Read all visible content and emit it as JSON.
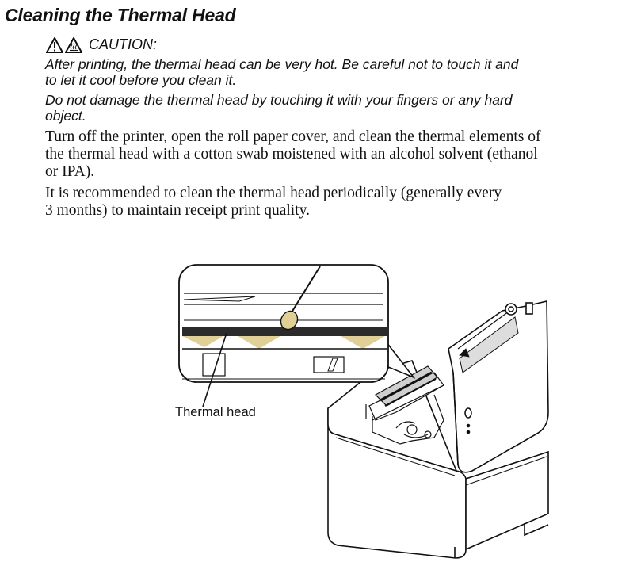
{
  "section": {
    "title": "Cleaning the Thermal Head"
  },
  "caution": {
    "heading": "CAUTION:",
    "icons": [
      "warning-triangle-icon",
      "hot-surface-icon"
    ],
    "line1a": "After printing, the thermal head can be very hot. Be careful not to touch it and",
    "line1b": "to let it cool before you clean it.",
    "line2a": "Do not damage the thermal head by touching it with your fingers or any hard",
    "line2b": "object."
  },
  "instructions": {
    "p1a": "Turn off the printer, open the roll paper cover, and clean the thermal elements of",
    "p1b": "the thermal head with a cotton swab moistened with an alcohol solvent (ethanol",
    "p1c": "or IPA).",
    "p2a": "It is recommended to clean the thermal head periodically (generally every",
    "p2b": "3 months) to maintain receipt print quality."
  },
  "figure": {
    "callout_label": "Thermal head"
  }
}
